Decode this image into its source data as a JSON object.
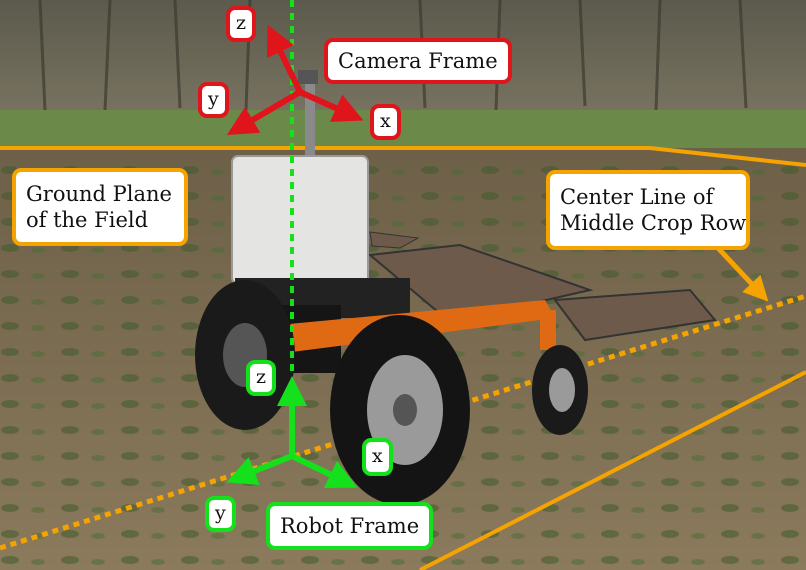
{
  "camera_frame": {
    "title": "Camera Frame",
    "axes": {
      "x": "x",
      "y": "y",
      "z": "z"
    },
    "color": "#e0141b"
  },
  "robot_frame": {
    "title": "Robot Frame",
    "axes": {
      "x": "x",
      "y": "y",
      "z": "z"
    },
    "color": "#14e01b"
  },
  "ground_plane": {
    "line1": "Ground Plane",
    "line2": "of the Field",
    "color": "#f5a300"
  },
  "crop_row": {
    "line1": "Center Line of",
    "line2": "Middle Crop Row",
    "color": "#f5a300"
  }
}
